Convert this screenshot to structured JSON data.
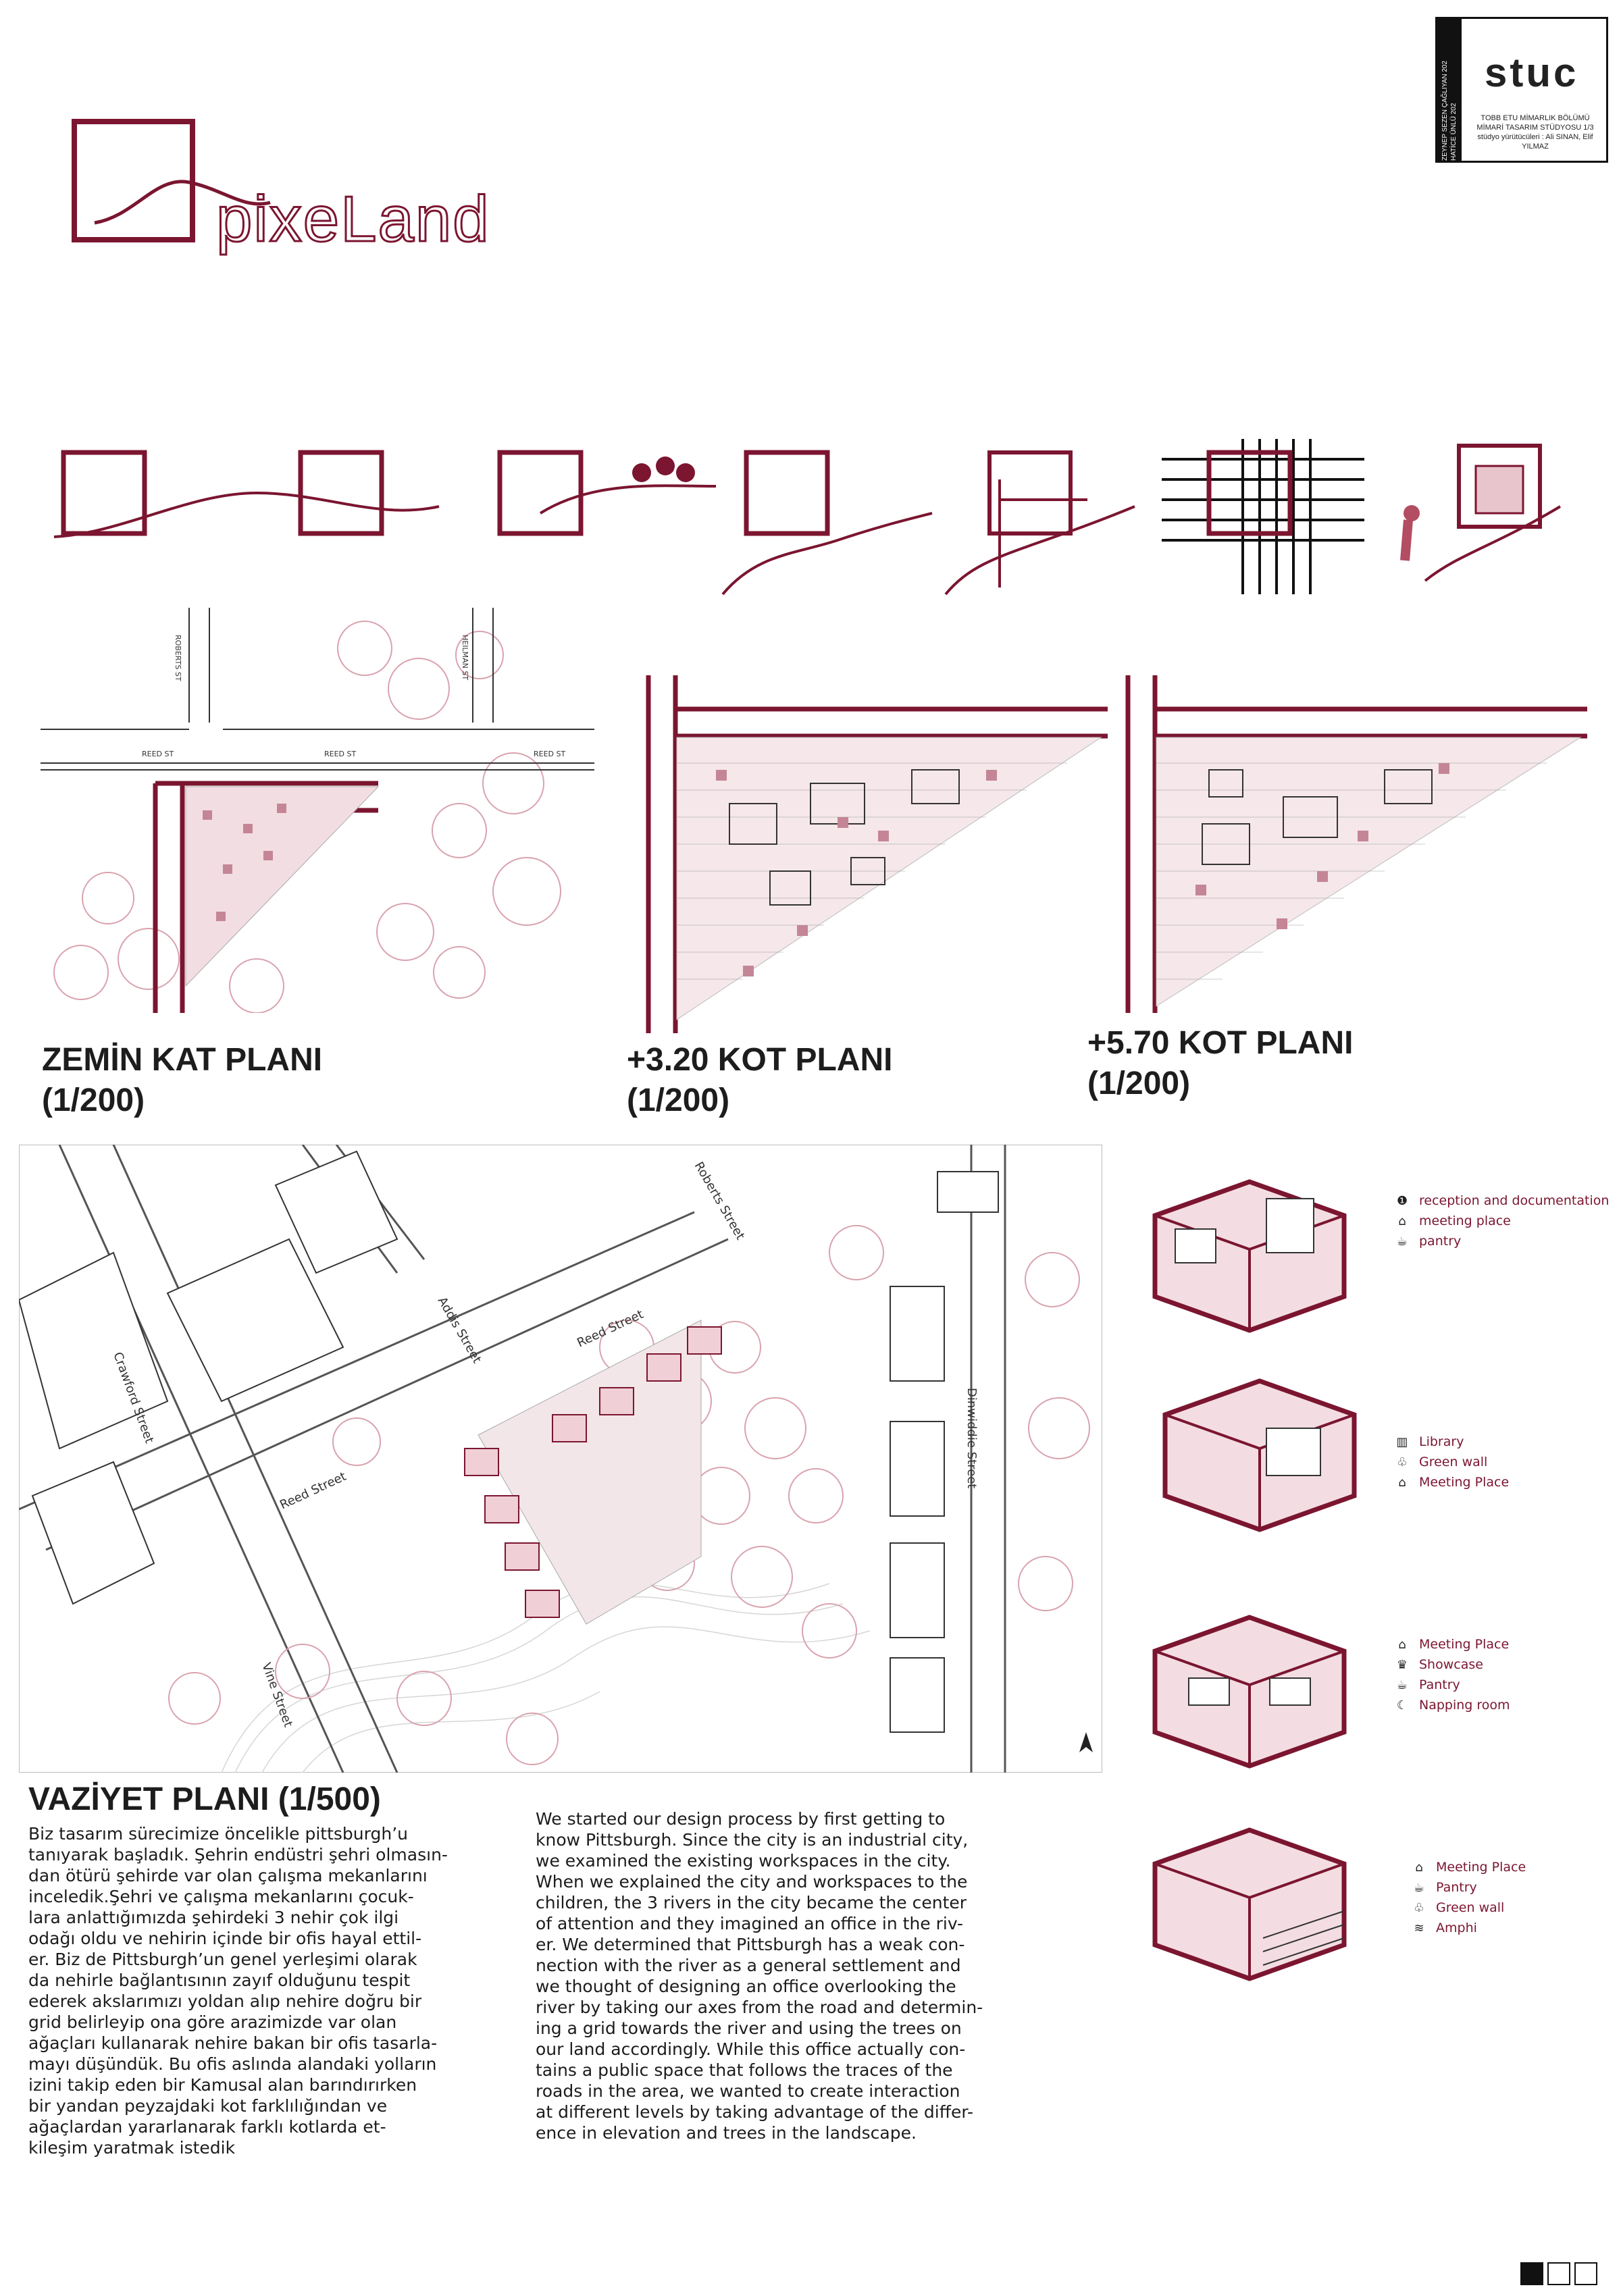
{
  "project": {
    "title": "pixeLand"
  },
  "stamp": {
    "brand": "stuc",
    "school": "TOBB ETU MİMARLIK BÖLÜMÜ",
    "studio": "MİMARİ TASARIM STÜDYOSU 1/3",
    "credits": "stüdyo yürütücüleri : Ali SINAN, Elif YILMAZ",
    "students": [
      "ZEYNEP SEZEN ÇAĞLIYAN 202",
      "HATİCE ÜNLÜ 202"
    ]
  },
  "plans": {
    "ground": {
      "title": "ZEMİN KAT PLANI",
      "scale": "(1/200)"
    },
    "level320": {
      "title": "+3.20 KOT PLANI",
      "scale": "(1/200)"
    },
    "level570": {
      "title": "+5.70 KOT PLANI",
      "scale": "(1/200)"
    },
    "streets": [
      "ROBERTS ST",
      "HEILMAN ST",
      "REED ST",
      "REED ST",
      "REED ST"
    ]
  },
  "site_plan": {
    "title": "VAZİYET PLANI (1/500)",
    "streets": [
      "Crawford Street",
      "Addis Street",
      "Roberts Street",
      "Reed Street",
      "Reed Street",
      "Dinwiddie Street",
      "Vine Street"
    ]
  },
  "text": {
    "turkish": "Biz tasarım sürecimize öncelikle pittsburgh’u\ntanıyarak başladık. Şehrin endüstri şehri olmasın-\ndan ötürü şehirde var olan çalışma mekanlarını\ninceledik.Şehri ve çalışma mekanlarını çocuk-\nlara anlattığımızda şehirdeki 3 nehir çok ilgi\nodağı oldu ve nehirin içinde bir ofis hayal ettil-\ner. Biz de Pittsburgh’un genel yerleşimi olarak\nda nehirle bağlantısının zayıf olduğunu tespit\nederek akslarımızı yoldan alıp nehire doğru bir\ngrid belirleyip ona göre arazimizde var olan\nağaçları kullanarak nehire bakan bir ofis tasarla-\nmayı düşündük. Bu ofis aslında alandaki yolların\nizini takip eden bir Kamusal alan barındırırken\nbir yandan peyzajdaki kot farklılığından ve\nağaçlardan yararlanarak farklı kotlarda et-\nkileşim yaratmak istedik",
    "english": "We started our design process by first getting to\nknow Pittsburgh. Since the city is an industrial city,\nwe examined the existing workspaces in the city.\nWhen we explained the city and workspaces to the\nchildren, the 3 rivers in the city became the center\nof attention and they imagined an office in the riv-\ner. We determined that Pittsburgh has a weak con-\nnection with the river as a general settlement and\nwe thought of designing an office overlooking the\nriver by taking our axes from the road and determin-\ning a grid towards the river and using the trees on\nour land accordingly. While this office actually con-\ntains a public space that follows the traces of the\nroads in the area, we wanted to create interaction\nat different levels by taking advantage of the differ-\nence in elevation and trees in the landscape."
  },
  "legends": [
    {
      "items": [
        {
          "icon": "info-icon",
          "glyph": "❶",
          "label": "reception and documentation"
        },
        {
          "icon": "meeting-icon",
          "glyph": "⌂",
          "label": "meeting place"
        },
        {
          "icon": "pantry-icon",
          "glyph": "☕",
          "label": "pantry"
        }
      ]
    },
    {
      "items": [
        {
          "icon": "library-icon",
          "glyph": "▥",
          "label": "Library"
        },
        {
          "icon": "green-wall-icon",
          "glyph": "♧",
          "label": "Green wall"
        },
        {
          "icon": "meeting-icon",
          "glyph": "⌂",
          "label": "Meeting Place"
        }
      ]
    },
    {
      "items": [
        {
          "icon": "meeting-icon",
          "glyph": "⌂",
          "label": "Meeting Place"
        },
        {
          "icon": "showcase-icon",
          "glyph": "♛",
          "label": "Showcase"
        },
        {
          "icon": "pantry-icon",
          "glyph": "☕",
          "label": "Pantry"
        },
        {
          "icon": "napping-icon",
          "glyph": "☾",
          "label": "Napping room"
        }
      ]
    },
    {
      "items": [
        {
          "icon": "meeting-icon",
          "glyph": "⌂",
          "label": "Meeting Place"
        },
        {
          "icon": "pantry-icon",
          "glyph": "☕",
          "label": "Pantry"
        },
        {
          "icon": "green-wall-icon",
          "glyph": "♧",
          "label": "Green wall"
        },
        {
          "icon": "amphi-icon",
          "glyph": "≋",
          "label": "Amphi"
        }
      ]
    }
  ],
  "colors": {
    "accent": "#7b1530",
    "tint": "#e8c5cd",
    "tree": "#d9a3ae"
  },
  "pager": {
    "pages": 3,
    "current": 1
  }
}
